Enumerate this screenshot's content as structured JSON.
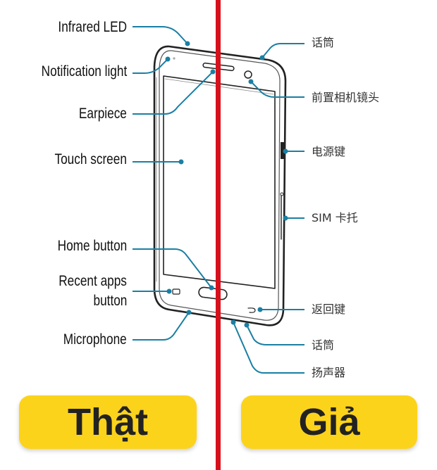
{
  "left_panel": {
    "verdict": "Thật",
    "labels": {
      "infrared_led": "Infrared LED",
      "notification_light": "Notification light",
      "earpiece": "Earpiece",
      "touch_screen": "Touch screen",
      "home_button": "Home button",
      "recent_apps_line1": "Recent apps",
      "recent_apps_line2": "button",
      "microphone": "Microphone"
    }
  },
  "right_panel": {
    "verdict": "Giả",
    "labels": {
      "mic_top": "话筒",
      "front_camera": "前置相机镜头",
      "power_key": "电源键",
      "sim_tray": "SIM 卡托",
      "back_key": "返回键",
      "mic_bottom": "话筒",
      "speaker": "扬声器"
    }
  },
  "colors": {
    "leader_line": "#1a7fa3",
    "divider": "#d7101d",
    "badge": "#fcd31b",
    "badge_text": "#222222"
  }
}
